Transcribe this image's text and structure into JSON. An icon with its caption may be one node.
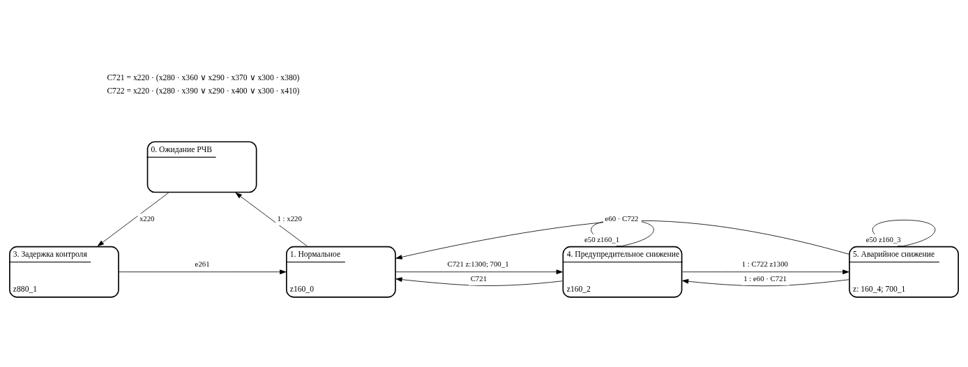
{
  "diagram": {
    "nodes": [
      {
        "text": [
          "0. Ожидание РЧВ"
        ]
      },
      {
        "text": [
          "3. Задержка контроля",
          "z880_1"
        ]
      },
      {
        "text": [
          "1. Нормальное",
          "z160_0"
        ]
      },
      {
        "text": [
          "4. Предупредительное снижение",
          "z160_2"
        ]
      },
      {
        "text": [
          "5. Аварийное снижение",
          "z: 160_4; 700_1"
        ]
      }
    ],
    "edges": [
      {
        "from": 0,
        "to": 1,
        "arrow": "to",
        "label": "x220"
      },
      {
        "from": 2,
        "to": 0,
        "arrow": "to",
        "label": "1 : x220"
      },
      {
        "from": 1,
        "to": 2,
        "arrow": "to",
        "label": "e261"
      },
      {
        "from": 2,
        "to": 3,
        "arrow": "to",
        "label": "C721 z:1300; 700_1"
      },
      {
        "from": 3,
        "to": 2,
        "arrow": "to",
        "label": "C721"
      },
      {
        "from": 3,
        "to": 3,
        "arrow": "to",
        "label": "e50 z160_1"
      },
      {
        "from": 3,
        "to": 4,
        "arrow": "to",
        "label": "1 : C722 z1300"
      },
      {
        "from": 4,
        "to": 3,
        "arrow": "to",
        "label": "1 : e60 · C721"
      },
      {
        "from": 4,
        "to": 2,
        "arrow": "to",
        "label": "e60 · C722"
      },
      {
        "from": 4,
        "to": 4,
        "arrow": "to",
        "label": "e50 z160_3"
      }
    ],
    "labels": [
      "C721 = x220 · (x280 · x360 ∨ x290 · x370 ∨ x300 · x380)",
      "C722 = x220 · (x280 · x390 ∨ x290 · x400 ∨ x300 · x410)"
    ]
  }
}
